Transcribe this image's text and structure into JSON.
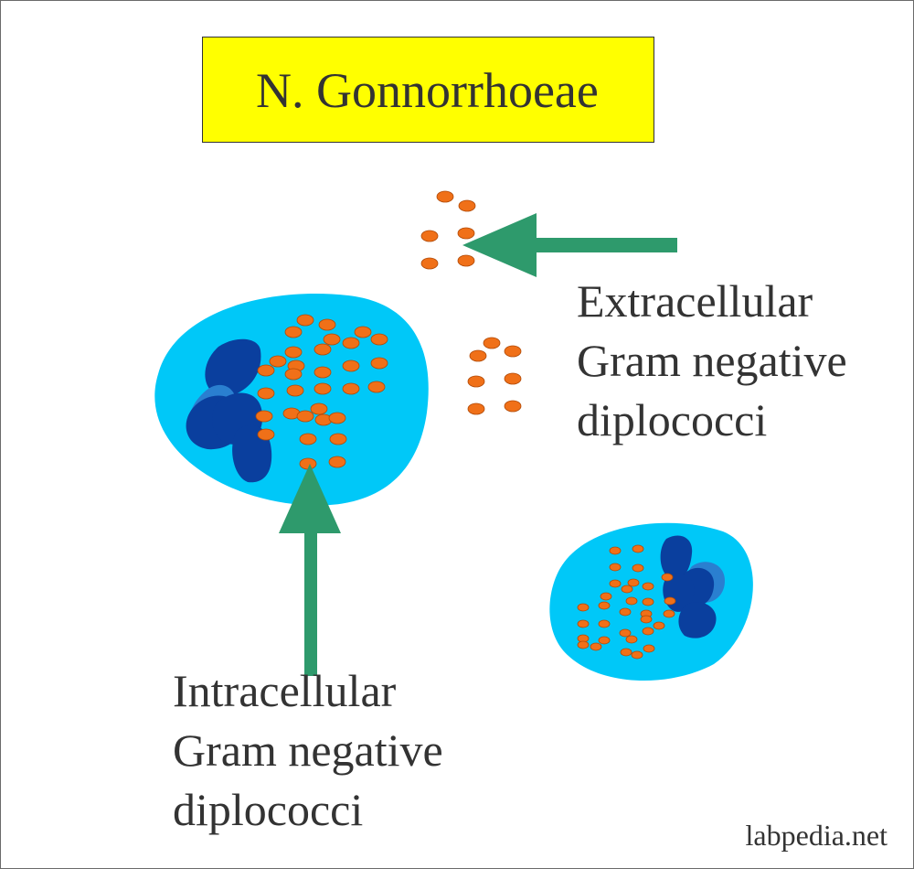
{
  "title": "N. Gonnorrhoeae",
  "extracellular_label": [
    "Extracellular",
    "Gram negative",
    "diplococci"
  ],
  "intracellular_label": [
    "Intracellular",
    "Gram negative",
    "diplococci"
  ],
  "footer": "labpedia.net",
  "colors": {
    "title_box": "#ffff00",
    "cell_cytoplasm": "#00c8f8",
    "nucleus": "#0a3f9e",
    "nucleus_light": "#2a7fd0",
    "diplococcus": "#f07018",
    "arrow": "#2e9a6c",
    "text": "#333333"
  }
}
